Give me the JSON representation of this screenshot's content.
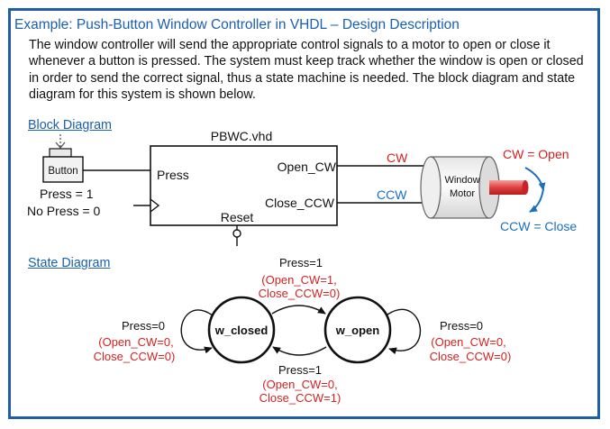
{
  "title": "Example: Push-Button Window Controller in VHDL – Design Description",
  "description": "The window controller will send the appropriate control signals to a motor to open or close it whenever a button is pressed.  The system must keep track whether the window is open or closed in order to send the correct signal, thus a state machine is needed.  The block diagram and state diagram for this system is shown below.",
  "block_diagram": {
    "heading": "Block Diagram",
    "entity_name": "PBWC.vhd",
    "button_label": "Button",
    "input_press": "Press",
    "input_reset": "Reset",
    "output_open": "Open_CW",
    "output_close": "Close_CCW",
    "press_one": "Press = 1",
    "no_press": "No Press = 0",
    "cw": "CW",
    "ccw": "CCW",
    "motor_line1": "Window",
    "motor_line2": "Motor",
    "cw_open": "CW = Open",
    "ccw_close": "CCW = Close"
  },
  "state_diagram": {
    "heading": "State Diagram",
    "states": [
      "w_closed",
      "w_open"
    ],
    "transition_top": {
      "condition": "Press=1",
      "output1": "(Open_CW=1,",
      "output2": "Close_CCW=0)"
    },
    "transition_bottom": {
      "condition": "Press=1",
      "output1": "(Open_CW=0,",
      "output2": "Close_CCW=1)"
    },
    "self_left": {
      "condition": "Press=0",
      "output1": "(Open_CW=0,",
      "output2": "Close_CCW=0)"
    },
    "self_right": {
      "condition": "Press=0",
      "output1": "(Open_CW=0,",
      "output2": "Close_CCW=0)"
    }
  },
  "colors": {
    "border": "#1f5fa8",
    "heading": "#1a5fb0",
    "red": "#d62020",
    "blue": "#1a6fc0",
    "motor_shaft": "#d63030"
  }
}
